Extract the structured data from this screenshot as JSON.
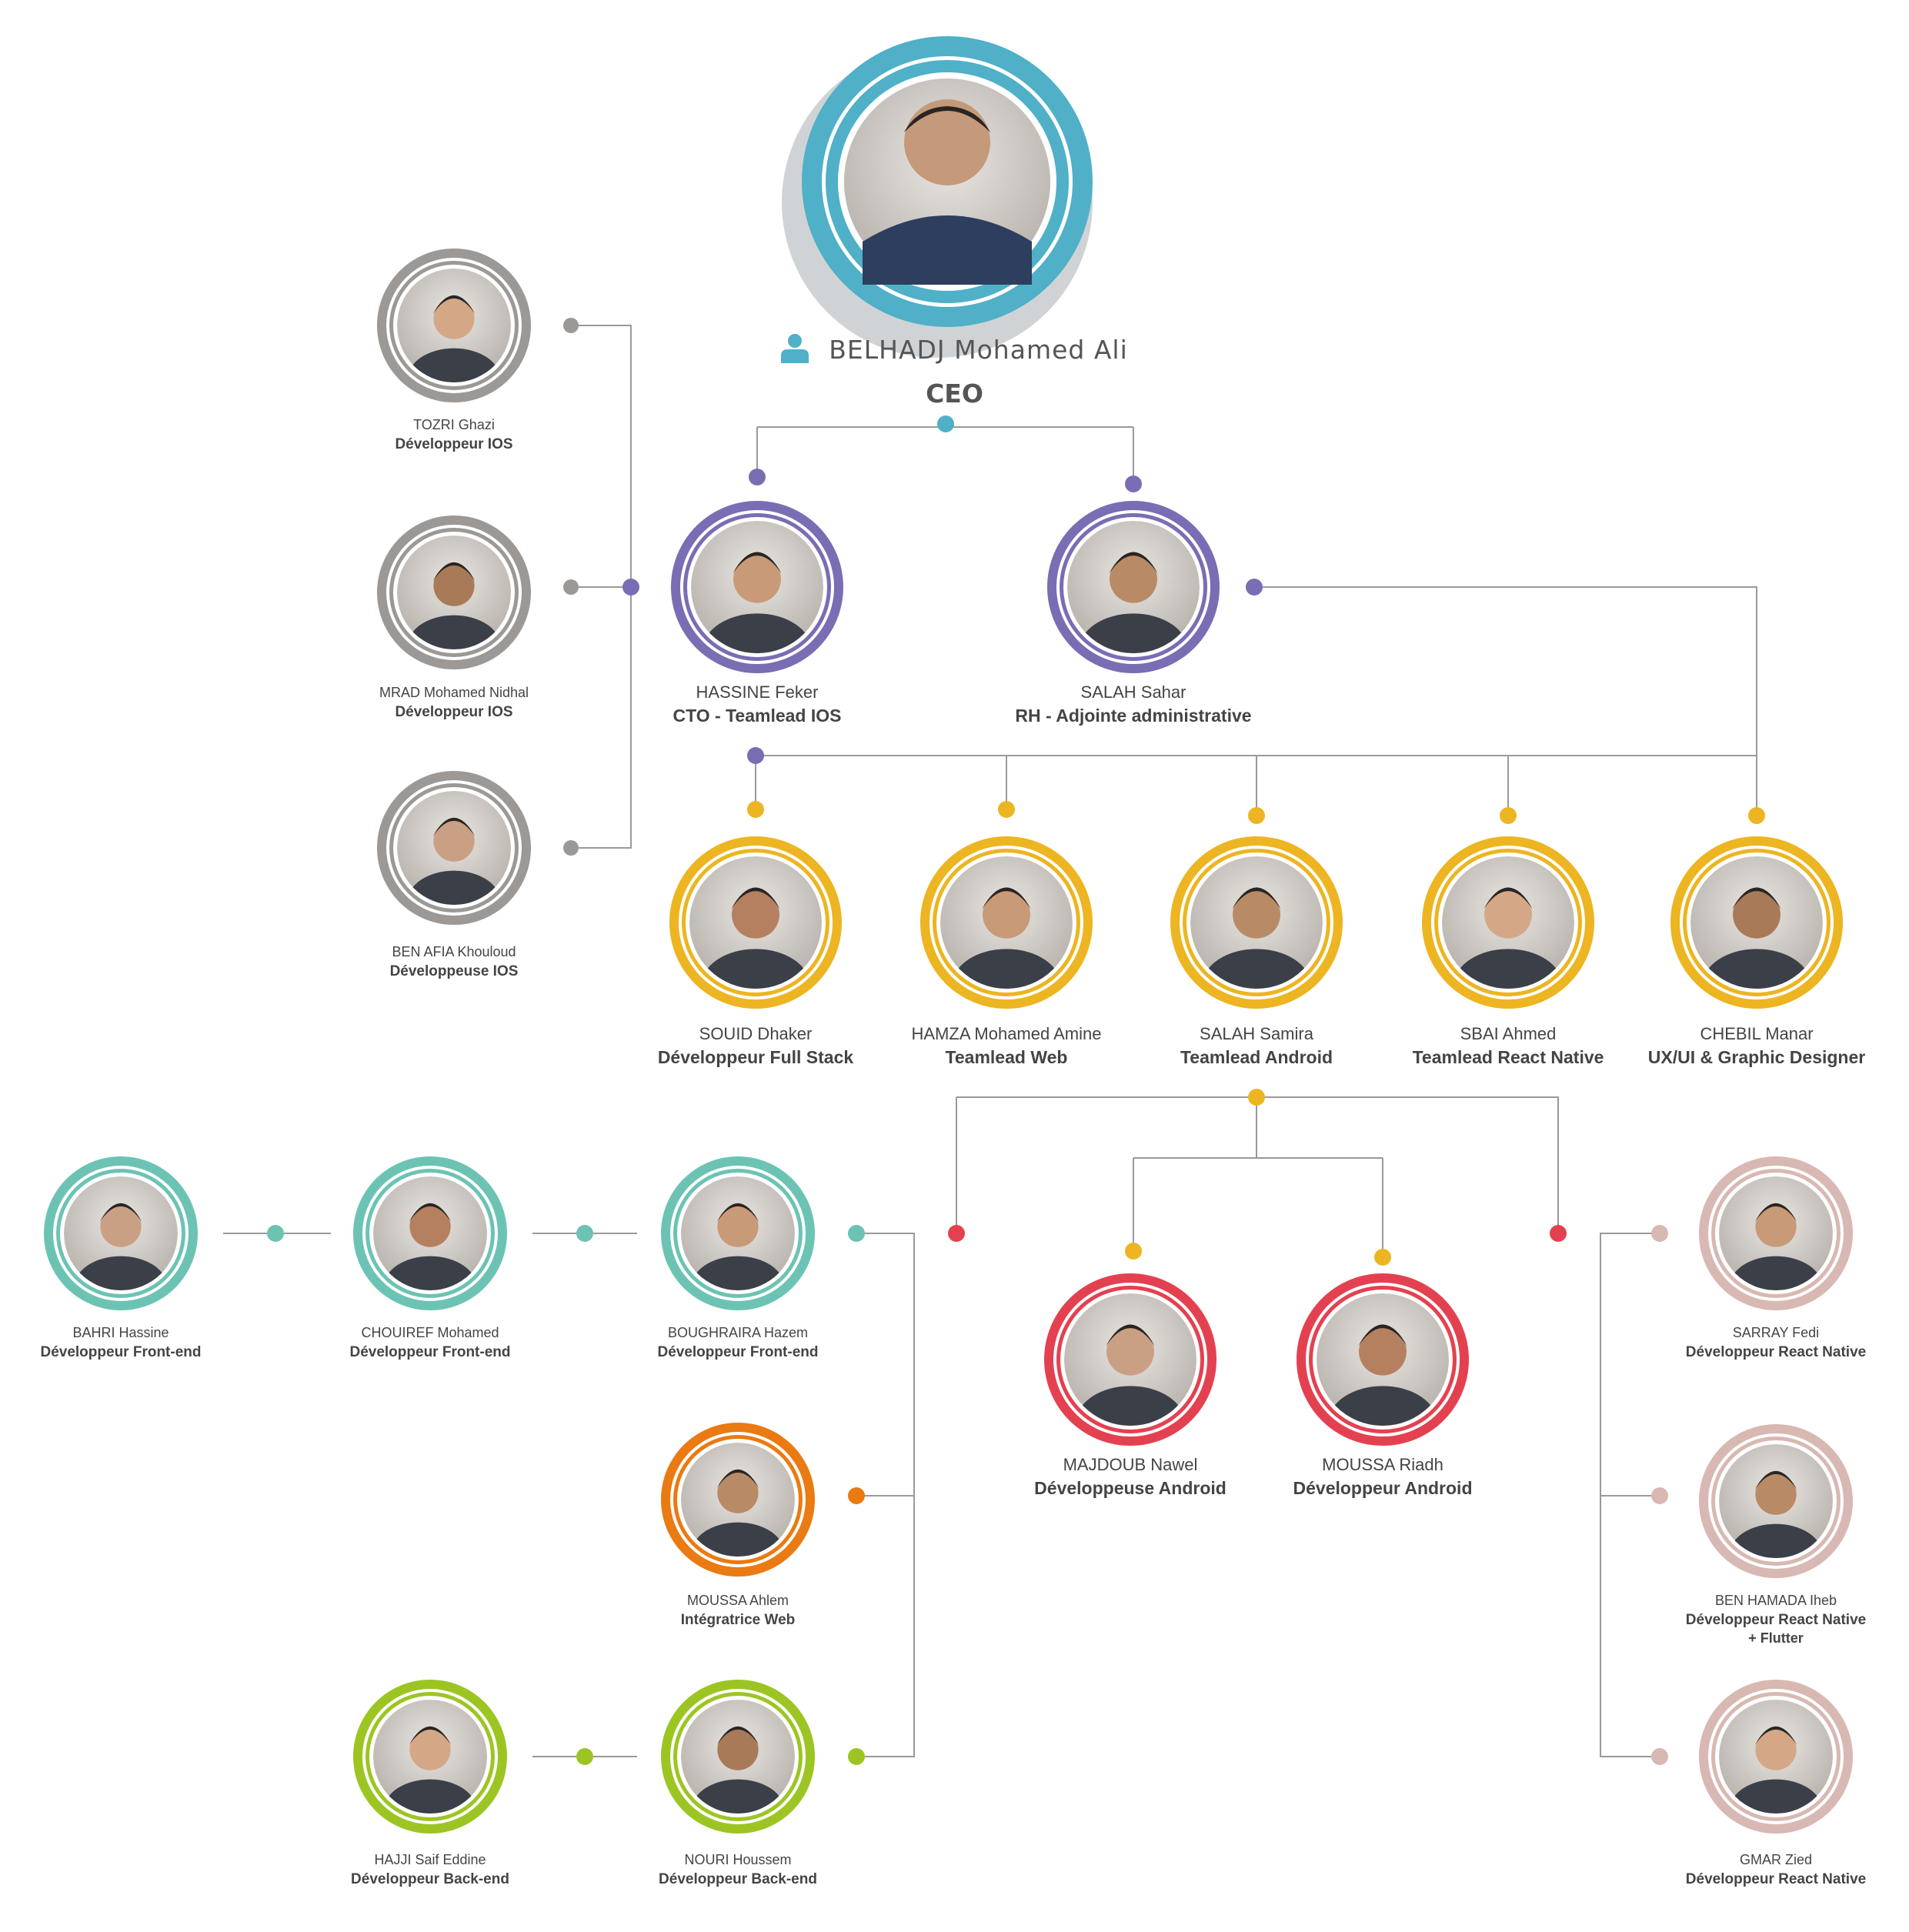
{
  "ceo": {
    "name": "BELHADJ Mohamed Ali",
    "title": "CEO",
    "icon": "person-icon"
  },
  "people": {
    "hassine_feker": {
      "name": "HASSINE Feker",
      "role": "CTO - Teamlead IOS"
    },
    "salah_sahar": {
      "name": "SALAH Sahar",
      "role": "RH - Adjointe administrative"
    },
    "tozri_ghazi": {
      "name": "TOZRI Ghazi",
      "role": "Développeur IOS"
    },
    "mrad_nidhal": {
      "name": "MRAD Mohamed Nidhal",
      "role": "Développeur IOS"
    },
    "ben_afia_khouloud": {
      "name": "BEN AFIA Khouloud",
      "role": "Développeuse IOS"
    },
    "souid_dhaker": {
      "name": "SOUID Dhaker",
      "role": "Développeur Full Stack"
    },
    "hamza_amine": {
      "name": "HAMZA Mohamed Amine",
      "role": "Teamlead Web"
    },
    "salah_samira": {
      "name": "SALAH Samira",
      "role": "Teamlead Android"
    },
    "sbai_ahmed": {
      "name": "SBAI Ahmed",
      "role": "Teamlead React Native"
    },
    "chebil_manar": {
      "name": "CHEBIL Manar",
      "role": "UX/UI & Graphic Designer"
    },
    "bahri_hassine": {
      "name": "BAHRI Hassine",
      "role": "Développeur Front-end"
    },
    "chouiref_mohamed": {
      "name": "CHOUIREF Mohamed",
      "role": "Développeur Front-end"
    },
    "boughraira_hazem": {
      "name": "BOUGHRAIRA Hazem",
      "role": "Développeur Front-end"
    },
    "moussa_ahlem": {
      "name": "MOUSSA Ahlem",
      "role": "Intégratrice Web"
    },
    "hajji_saif": {
      "name": "HAJJI Saif Eddine",
      "role": "Développeur Back-end"
    },
    "nouri_houssem": {
      "name": "NOURI Houssem",
      "role": "Développeur Back-end"
    },
    "majdoub_nawel": {
      "name": "MAJDOUB Nawel",
      "role": "Développeuse Android"
    },
    "moussa_riadh": {
      "name": "MOUSSA Riadh",
      "role": "Développeur Android"
    },
    "sarray_fedi": {
      "name": "SARRAY Fedi",
      "role": "Développeur React Native"
    },
    "ben_hamada_iheb": {
      "name": "BEN HAMADA Iheb",
      "role": "Développeur React Native",
      "role2": "+ Flutter"
    },
    "gmar_zied": {
      "name": "GMAR Zied",
      "role": "Développeur React Native"
    }
  },
  "colors": {
    "ceo": "#4fb0c8",
    "management": "#7a6db3",
    "ios": "#9b9896",
    "leads": "#ecb521",
    "frontend": "#6cc3b3",
    "integration": "#ea7a12",
    "backend": "#9cc523",
    "android": "#e44150",
    "react_native": "#d8b8b2",
    "line": "#9a9a9a"
  }
}
